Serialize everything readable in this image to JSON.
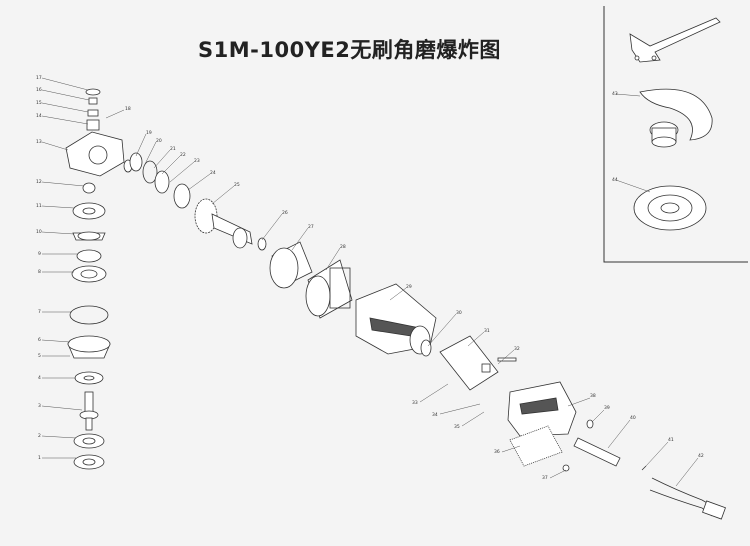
{
  "title": "S1M-100YE2无刷角磨爆炸图",
  "colors": {
    "line": "#3a3a3a",
    "fill": "#ffffff",
    "dark": "#555555",
    "background": "#f4f4f4"
  },
  "callouts": {
    "c1": "1",
    "c2": "2",
    "c3": "3",
    "c4": "4",
    "c5": "5",
    "c6": "6",
    "c7": "7",
    "c8": "8",
    "c9": "9",
    "c10": "10",
    "c11": "11",
    "c12": "12",
    "c13": "13",
    "c14": "14",
    "c15": "15",
    "c16": "16",
    "c17": "17",
    "c18": "18",
    "c19": "19",
    "c20": "20",
    "c21": "21",
    "c22": "22",
    "c23": "23",
    "c24": "24",
    "c25": "25",
    "c26": "26",
    "c27": "27",
    "c28": "28",
    "c29": "29",
    "c30": "30",
    "c31": "31",
    "c32": "32",
    "c33": "33",
    "c34": "34",
    "c35": "35",
    "c36": "36",
    "c37": "37",
    "c38": "38",
    "c39": "39",
    "c40": "40",
    "c41": "41",
    "c42": "42",
    "c43": "43",
    "c44": "44"
  }
}
